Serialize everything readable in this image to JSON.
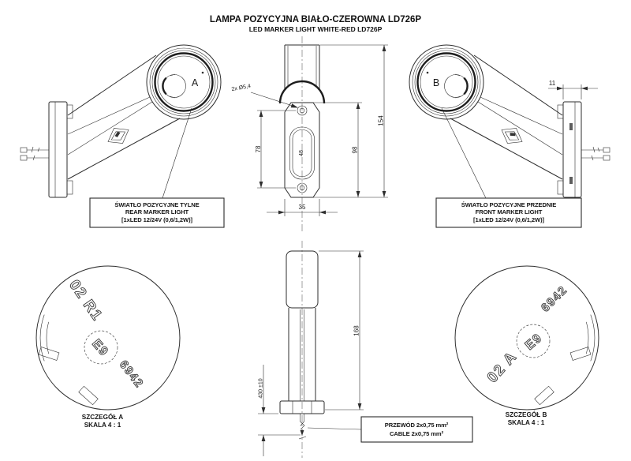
{
  "colors": {
    "ink": "#2e2e2e",
    "background": "#ffffff"
  },
  "title": {
    "pl": "LAMPA POZYCYJNA BIAŁO-CZEROWNA LD726P",
    "en": "LED MARKER LIGHT WHITE-RED LD726P"
  },
  "rear": {
    "letter": "A",
    "label1": "ŚWIATŁO POZYCYJNE TYLNE",
    "label2": "REAR MARKER LIGHT",
    "label3": "[1xLED 12/24V (0,6/1,2W)]"
  },
  "front": {
    "letter": "B",
    "label1": "ŚWIATŁO POZYCYJNE PRZEDNIE",
    "label2": "FRONT MARKER LIGHT",
    "label3": "[1xLED 12/24V (0,6/1,2W)]",
    "dim11": "11"
  },
  "front_view": {
    "hole_callout": "2x Ø5,4",
    "dim78": "78",
    "dim98": "98",
    "dim154": "154",
    "dim48": "48",
    "dim35": "35"
  },
  "side_view": {
    "dim168": "168",
    "dim430": "430 ±10",
    "cable1": "PRZEWÓD 2x0,75 mm²",
    "cable2": "CABLE 2x0,75 mm²"
  },
  "detailA": {
    "mark1": "02 R1",
    "mark2": "E9",
    "mark3": "6942",
    "caption1": "SZCZEGÓŁ A",
    "caption2": "SKALA 4 : 1"
  },
  "detailB": {
    "mark1": "02 A",
    "mark2": "E9",
    "mark3": "6942",
    "caption1": "SZCZEGÓŁ B",
    "caption2": "SKALA 4 : 1"
  }
}
